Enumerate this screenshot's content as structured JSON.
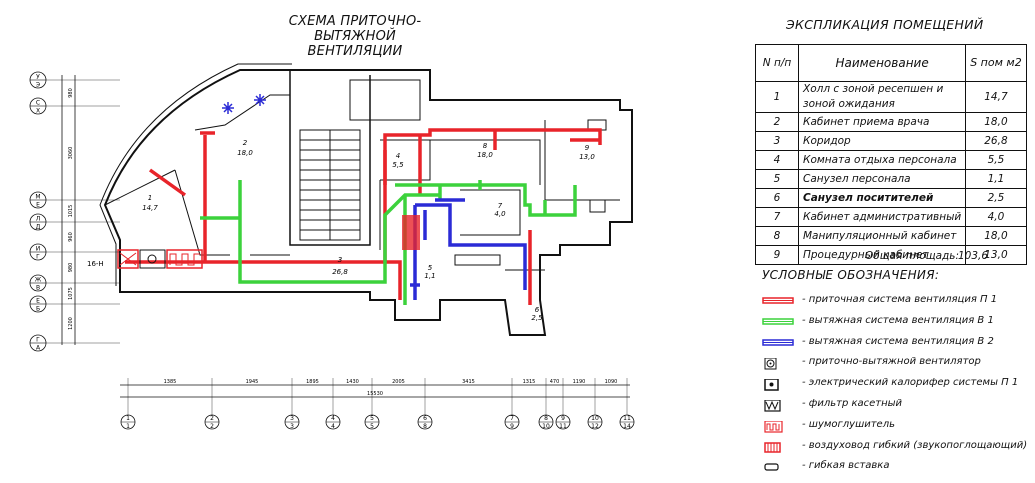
{
  "diagram_title": {
    "line1": "СХЕМА ПРИТОЧНО-ВЫТЯЖНОЙ",
    "line2": "ВЕНТИЛЯЦИИ"
  },
  "explication": {
    "title": "ЭКСПЛИКАЦИЯ ПОМЕЩЕНИЙ",
    "headers": {
      "num": "N п/п",
      "name": "Наименование",
      "area": "S пом м2"
    },
    "rows": [
      {
        "num": "1",
        "name": "Холл с зоной ресепшен и зоной ожидания",
        "area": "14,7"
      },
      {
        "num": "2",
        "name": "Кабинет приема врача",
        "area": "18,0"
      },
      {
        "num": "3",
        "name": "Коридор",
        "area": "26,8"
      },
      {
        "num": "4",
        "name": "Комната отдыха персонала",
        "area": "5,5"
      },
      {
        "num": "5",
        "name": "Санузел персонала",
        "area": "1,1"
      },
      {
        "num": "6",
        "name": "Санузел поситителей",
        "area": "2,5"
      },
      {
        "num": "7",
        "name": "Кабинет административный",
        "area": "4,0"
      },
      {
        "num": "8",
        "name": "Манипуляционный кабинет",
        "area": "18,0"
      },
      {
        "num": "9",
        "name": "Процедурный кабинет",
        "area": "13,0"
      }
    ],
    "total_label": "Общая площадь:",
    "total_value": "103,6"
  },
  "legend": {
    "title": "УСЛОВНЫЕ ОБОЗНАЧЕНИЯ:",
    "items": [
      {
        "icon": "supply-duct-icon",
        "text": "- приточная система вентиляция П 1",
        "color": "#e8242a"
      },
      {
        "icon": "exhaust-duct-b1-icon",
        "text": "- вытяжная система вентиляция В 1",
        "color": "#3cd23c"
      },
      {
        "icon": "exhaust-duct-b2-icon",
        "text": "- вытяжная система вентиляция В 2",
        "color": "#2b2bd6"
      },
      {
        "icon": "ventilator-icon",
        "text": "- приточно-вытяжной вентилятор",
        "color": "#111111"
      },
      {
        "icon": "heater-icon",
        "text": "- электрический калорифер системы П 1",
        "color": "#111111"
      },
      {
        "icon": "filter-icon",
        "text": "- фильтр касетный",
        "color": "#111111"
      },
      {
        "icon": "silencer-icon",
        "text": "- шумоглушитель",
        "color": "#e8242a"
      },
      {
        "icon": "flex-duct-icon",
        "text": "- воздуховод гибкий (звукопоглощающий)",
        "color": "#e8242a"
      },
      {
        "icon": "flex-insert-icon",
        "text": "- гибкая вставка",
        "color": "#111111"
      }
    ]
  },
  "plan": {
    "row_axes": [
      "У",
      "С",
      "М",
      "Л",
      "И",
      "Ж",
      "Е",
      "Г"
    ],
    "row_axes_right": [
      "Э",
      "Х",
      "Е",
      "Д",
      "Г",
      "В",
      "Б",
      "А"
    ],
    "col_axes_top": [
      "1",
      "2",
      "3",
      "4",
      "5",
      "6",
      "7",
      "8",
      "9",
      "10",
      "11"
    ],
    "col_axes_bottom": [
      "1",
      "2",
      "3",
      "4",
      "5",
      "8",
      "9",
      "10",
      "11",
      "12",
      "14"
    ],
    "dimensions_bottom": [
      "1385",
      "1945",
      "1895",
      "1430",
      "2005",
      "3415",
      "1315",
      "470",
      "1190",
      "1090"
    ],
    "dimension_total": "15530",
    "dimensions_left": [
      "980",
      "3060",
      "1015",
      "960",
      "980",
      "1075",
      "1200"
    ],
    "room_labels": [
      {
        "num": "1",
        "area": "14,7"
      },
      {
        "num": "2",
        "area": "18,0"
      },
      {
        "num": "3",
        "area": "26,8"
      },
      {
        "num": "4",
        "area": "5,5"
      },
      {
        "num": "5",
        "area": "1,1"
      },
      {
        "num": "6",
        "area": "2,5"
      },
      {
        "num": "7",
        "area": "4,0"
      },
      {
        "num": "8",
        "area": "18,0"
      },
      {
        "num": "9",
        "area": "13,0"
      }
    ],
    "equipment_label": "16-H",
    "colors": {
      "supply": "#e8242a",
      "exhaust_b1": "#3cd23c",
      "exhaust_b2": "#2b2bd6",
      "walls": "#111111"
    }
  }
}
